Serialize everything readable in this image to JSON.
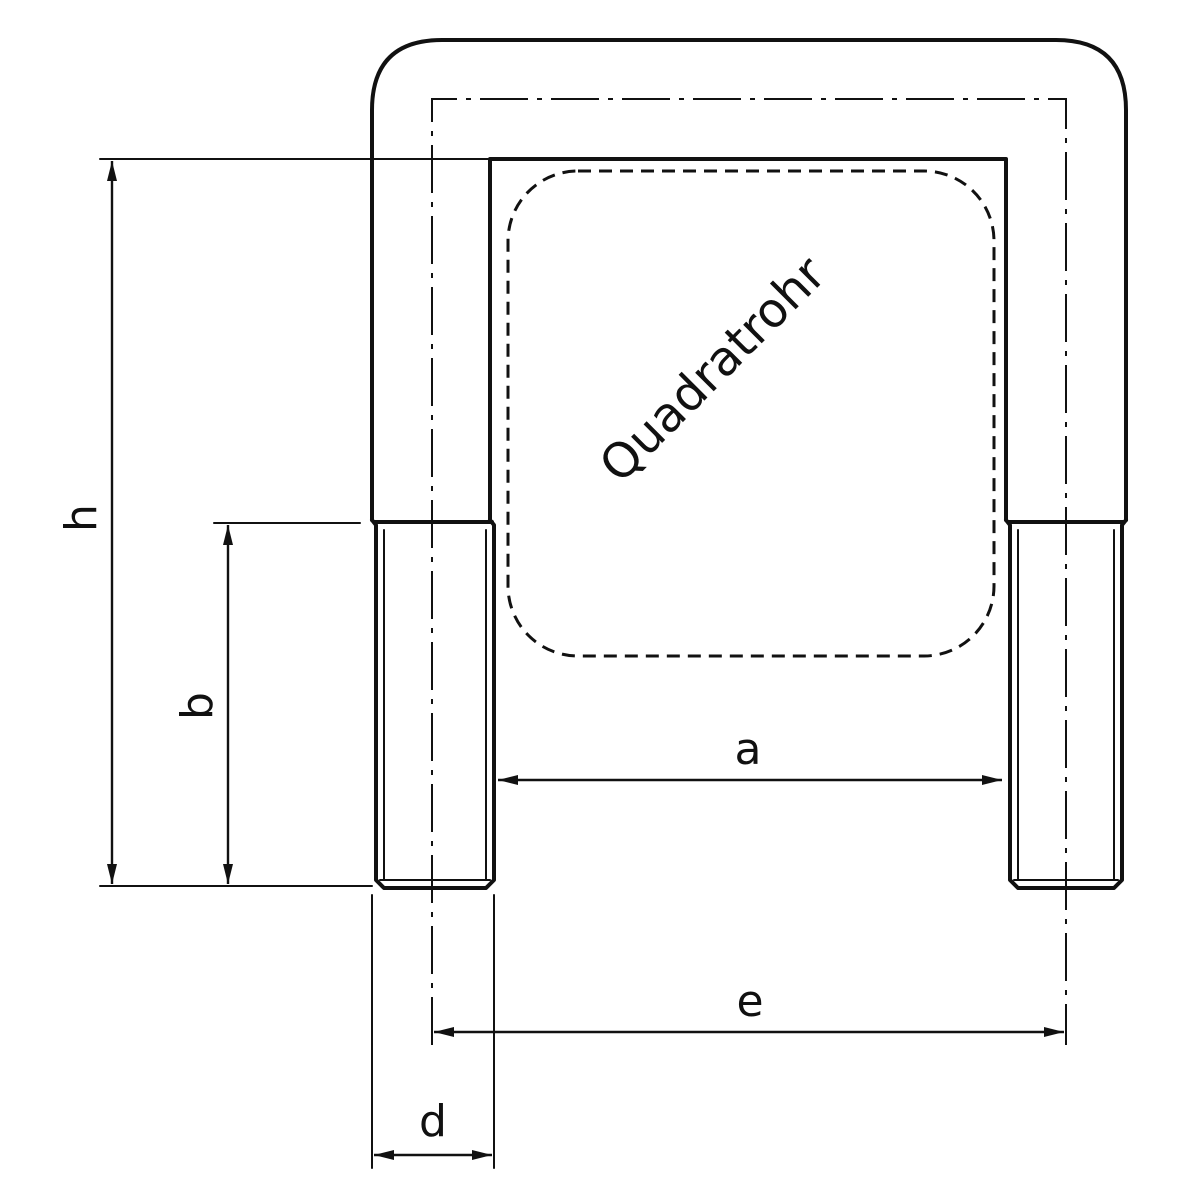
{
  "labels": {
    "h": "h",
    "b": "b",
    "a": "a",
    "e": "e",
    "d": "d",
    "tube": "Quadratrohr"
  }
}
